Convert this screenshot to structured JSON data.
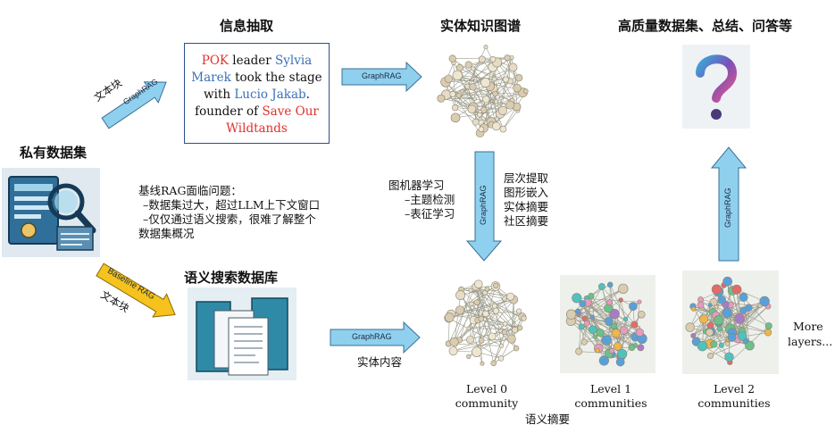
{
  "titles": {
    "info_extract": "信息抽取",
    "knowledge_graph": "实体知识图谱",
    "high_quality": "高质量数据集、总结、问答等",
    "private_data": "私有数据集",
    "semantic_db": "语义搜索数据库"
  },
  "info_box": {
    "line1_red": "POK",
    "line1_mid": " leader ",
    "line1_blue": "Sylvia",
    "line2_blue": "Marek",
    "line2_rest": " took the  stage",
    "line3_pre": "with ",
    "line3_blue": "Lucio Jakab",
    "line3_post": ".",
    "line4_pre": "founder of ",
    "line4_red": "Save Our",
    "line5_red": "Wildtands"
  },
  "arrows": {
    "graphrag_top": "GraphRAG",
    "graphrag_diag": "GraphRAG",
    "graphrag_vertical": "GraphRAG",
    "graphrag_up": "GraphRAG",
    "graphrag_bottom": "GraphRAG",
    "baseline_rag": "Baseline RAG"
  },
  "labels": {
    "text_chunk_top": "文本块",
    "text_chunk_bottom": "文本块",
    "baseline_problem_line1": "基线RAG面临问题：",
    "baseline_problem_line2": "–数据集过大，超过LLM上下文窗口",
    "baseline_problem_line3": "–仅仅通过语义搜索，很难了解整个",
    "baseline_problem_line4": "数据集概况",
    "graph_ml_title": "图机器学习",
    "graph_ml_item1": "–主题检测",
    "graph_ml_item2": "–表征学习",
    "hier_line1": "层次提取",
    "hier_line2": "图形嵌入",
    "hier_line3": "实体摘要",
    "hier_line4": "社区摘要",
    "entity_content": "实体内容",
    "semantic_summary": "语义摘要",
    "more_layers_1": "More",
    "more_layers_2": "layers..."
  },
  "communities": [
    {
      "line1": "Level 0",
      "line2": "community"
    },
    {
      "line1": "Level 1",
      "line2": "communities"
    },
    {
      "line1": "Level 2",
      "line2": "communities"
    }
  ],
  "colors": {
    "arrow_blue": "#8fd0ef",
    "arrow_yellow": "#f6c21e",
    "box_border": "#2d4f8a",
    "entity_red": "#e0302b",
    "entity_blue": "#3a6fb8"
  }
}
